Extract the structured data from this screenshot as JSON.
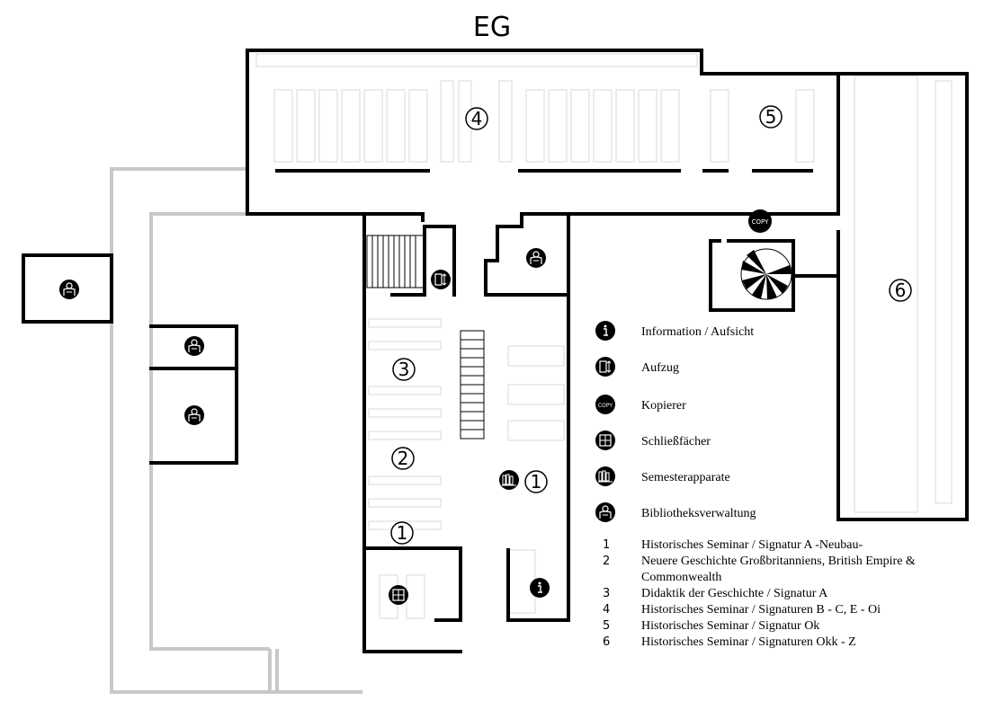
{
  "title": "EG",
  "section_numbers": {
    "s1a": "1",
    "s1b": "1",
    "s2": "2",
    "s3": "3",
    "s4": "4",
    "s5": "5",
    "s6": "6"
  },
  "badges": {
    "copy": "COPY",
    "info": "i"
  },
  "legend": [
    {
      "icon": "info-icon",
      "label": "Information / Aufsicht"
    },
    {
      "icon": "elevator-icon",
      "label": "Aufzug"
    },
    {
      "icon": "copy-icon",
      "label": "Kopierer"
    },
    {
      "icon": "locker-icon",
      "label": "Schließfächer"
    },
    {
      "icon": "books-icon",
      "label": "Semesterapparate"
    },
    {
      "icon": "staff-icon",
      "label": "Bibliotheksverwaltung"
    }
  ],
  "sections": [
    {
      "num": "1",
      "label": "Historisches Seminar / Signatur A -Neubau-"
    },
    {
      "num": "2",
      "label": "Neuere Geschichte Großbritanniens, British Empire &"
    },
    {
      "num": "",
      "label": "Commonwealth"
    },
    {
      "num": "3",
      "label": "Didaktik der Geschichte / Signatur A"
    },
    {
      "num": "4",
      "label": "Historisches Seminar / Signaturen B - C, E - Oi"
    },
    {
      "num": "5",
      "label": "Historisches Seminar / Signatur Ok"
    },
    {
      "num": "6",
      "label": "Historisches Seminar / Signaturen Okk - Z"
    }
  ],
  "colors": {
    "wall": "#000000",
    "light_wall": "#c8c8c8",
    "furniture": "#d9d9d9",
    "badge_text": "#ffffff"
  }
}
